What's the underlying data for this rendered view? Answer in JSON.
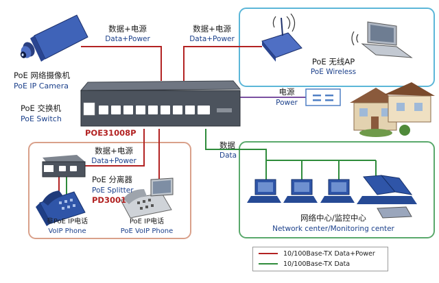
{
  "labels": {
    "camera_cn": "PoE 网络摄像机",
    "camera_en": "PoE IP Camera",
    "switch_cn": "PoE 交换机",
    "switch_en": "PoE Switch",
    "switch_model": "POE31008P",
    "link1_cn": "数据+电源",
    "link1_en": "Data+Power",
    "link2_cn": "数据+电源",
    "link2_en": "Data+Power",
    "link3_cn": "数据+电源",
    "link3_en": "Data+Power",
    "wireless_cn": "PoE 无线AP",
    "wireless_en": "PoE Wireless",
    "power_cn": "电源",
    "power_en": "Power",
    "data_cn": "数据",
    "data_en": "Data",
    "splitter_cn": "PoE 分离器",
    "splitter_en": "PoE Splitter",
    "splitter_model": "PD3001",
    "nonpoe_phone_cn": "非PoE IP电话",
    "nonpoe_phone_en": "VoIP Phone",
    "poe_phone_cn": "PoE IP电话",
    "poe_phone_en": "PoE VoIP Phone",
    "center_cn": "网络中心/监控中心",
    "center_en": "Network center/Monitoring center"
  },
  "legend": [
    {
      "text": "10/100Base-TX Data+Power",
      "color": "#b22222"
    },
    {
      "text": "10/100Base-TX Data",
      "color": "#2e8b3a"
    }
  ],
  "colors": {
    "data_power_line": "#b22222",
    "data_line": "#2e8b3a",
    "wireless_frame": "#5bb6d8",
    "splitter_frame": "#d9a08a",
    "center_frame": "#59a86b"
  },
  "icons": [
    "camera-icon",
    "switch-icon",
    "wireless-router-icon",
    "laptop-icon",
    "power-outlet-icon",
    "house-icon",
    "splitter-icon",
    "phone-icon",
    "computer-icon",
    "server-icon"
  ]
}
